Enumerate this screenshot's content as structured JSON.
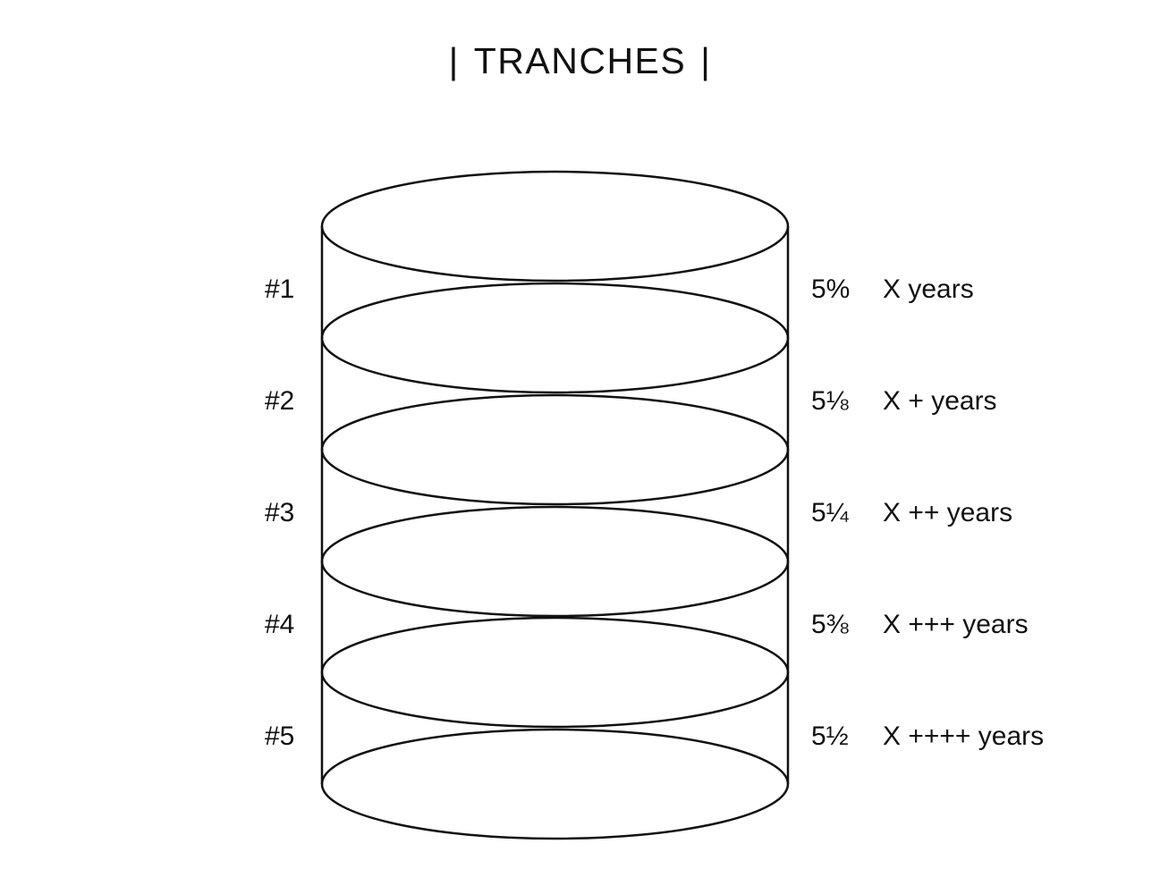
{
  "title": "TRANCHES",
  "title_bar": "|",
  "tranches": [
    {
      "id": "#1",
      "rate": "5%",
      "term": "X years"
    },
    {
      "id": "#2",
      "rate": "5⅛",
      "term": "X + years"
    },
    {
      "id": "#3",
      "rate": "5¼",
      "term": "X ++ years"
    },
    {
      "id": "#4",
      "rate": "5⅜",
      "term": "X +++ years"
    },
    {
      "id": "#5",
      "rate": "5½",
      "term": "X ++++ years"
    }
  ]
}
